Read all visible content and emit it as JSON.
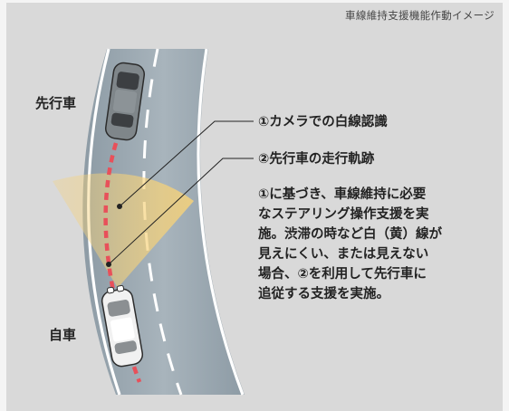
{
  "caption": "車線維持支援機能作動イメージ",
  "labels": {
    "lead_vehicle": "先行車",
    "own_vehicle": "自車"
  },
  "callouts": {
    "lane_recognition": "①カメラでの白線認識",
    "lead_trajectory": "②先行車の走行軌跡"
  },
  "description": "①に基づき、車線維持に必要\nなステアリング操作支援を実\n施。渋滞の時など白（黄）線が\n見えにくい、または見えない\n場合、②を利用して先行車に\n追従する支援を実施。",
  "colors": {
    "panel_bg": "#d9d9d9",
    "road": "#9aa7b0",
    "lane_line": "#ffffff",
    "trajectory": "#e8505a",
    "camera_zone": "#f2c84b"
  }
}
